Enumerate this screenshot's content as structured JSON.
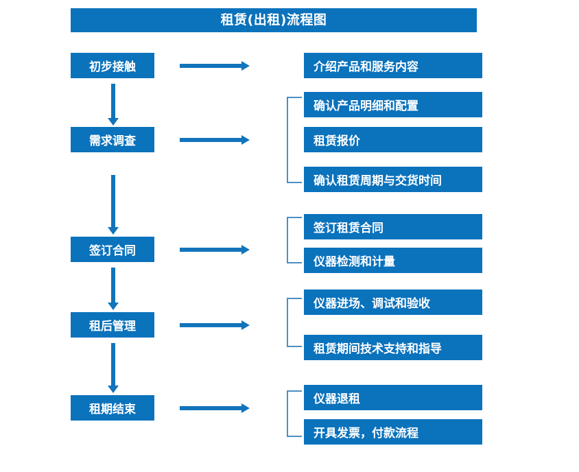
{
  "title": "租赁(出租)流程图",
  "colors": {
    "box_fill": "#0b72bc",
    "box_text": "#ffffff",
    "arrow": "#1274bb",
    "bracket": "#4a8fc4",
    "background": "#ffffff"
  },
  "stages": [
    {
      "id": "stage-1",
      "label": "初步接触",
      "outputs": [
        "介绍产品和服务内容"
      ]
    },
    {
      "id": "stage-2",
      "label": "需求调查",
      "outputs": [
        "确认产品明细和配置",
        "租赁报价",
        "确认租赁周期与交货时间"
      ]
    },
    {
      "id": "stage-3",
      "label": "签订合同",
      "outputs": [
        "签订租赁合同",
        "仪器检测和计量"
      ]
    },
    {
      "id": "stage-4",
      "label": "租后管理",
      "outputs": [
        "仪器进场、调试和验收",
        "租赁期间技术支持和指导"
      ]
    },
    {
      "id": "stage-5",
      "label": "租期结束",
      "outputs": [
        "仪器退租",
        "开具发票，付款流程"
      ]
    }
  ],
  "detail_boxes": [
    "介绍产品和服务内容",
    "确认产品明细和配置",
    "租赁报价",
    "确认租赁周期与交货时间",
    "签订租赁合同",
    "仪器检测和计量",
    "仪器进场、调试和验收",
    "租赁期间技术支持和指导",
    "仪器退租",
    "开具发票，付款流程"
  ]
}
